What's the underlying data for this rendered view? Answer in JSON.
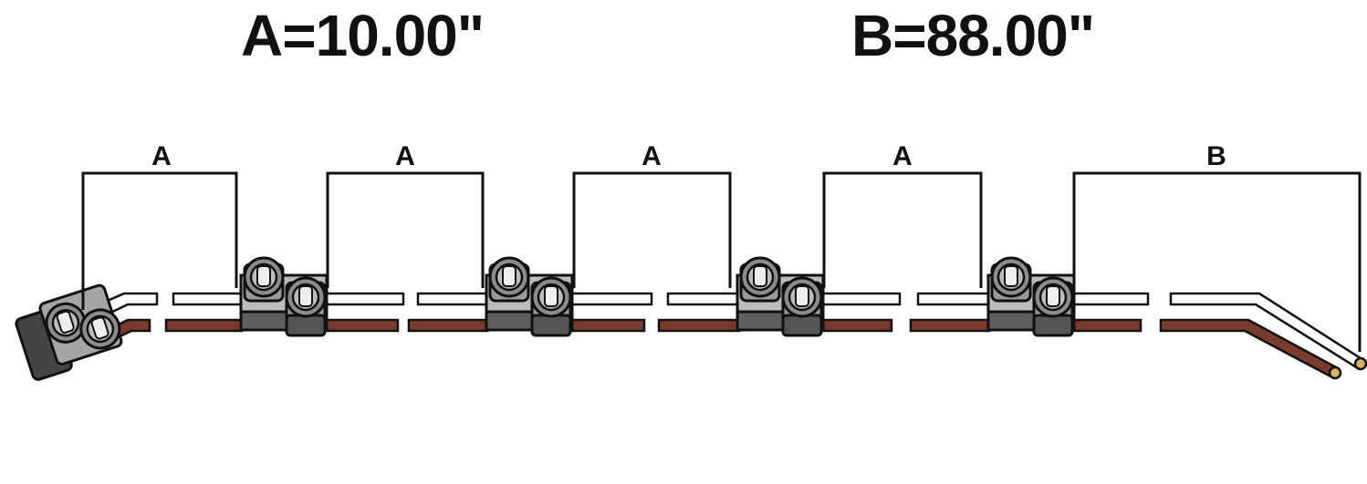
{
  "specs": {
    "a": "A=10.00\"",
    "b": "B=88.00\""
  },
  "dimensions": [
    "A",
    "A",
    "A",
    "A",
    "B"
  ],
  "colors": {
    "wire_white": "#ffffff",
    "wire_brown": "#7a3b2c",
    "outline": "#111111",
    "housing": "#b9b9b9",
    "housing_dark": "#5f5f5f",
    "socket": "#9a9a9a",
    "socket_light": "#e6e6e6",
    "wire_tip": "#d8b062"
  },
  "icons": {
    "end_connector": "end-plug-icon",
    "inline_connector": "tap-connector-icon",
    "wire_end": "stripped-wire-end-icon"
  }
}
